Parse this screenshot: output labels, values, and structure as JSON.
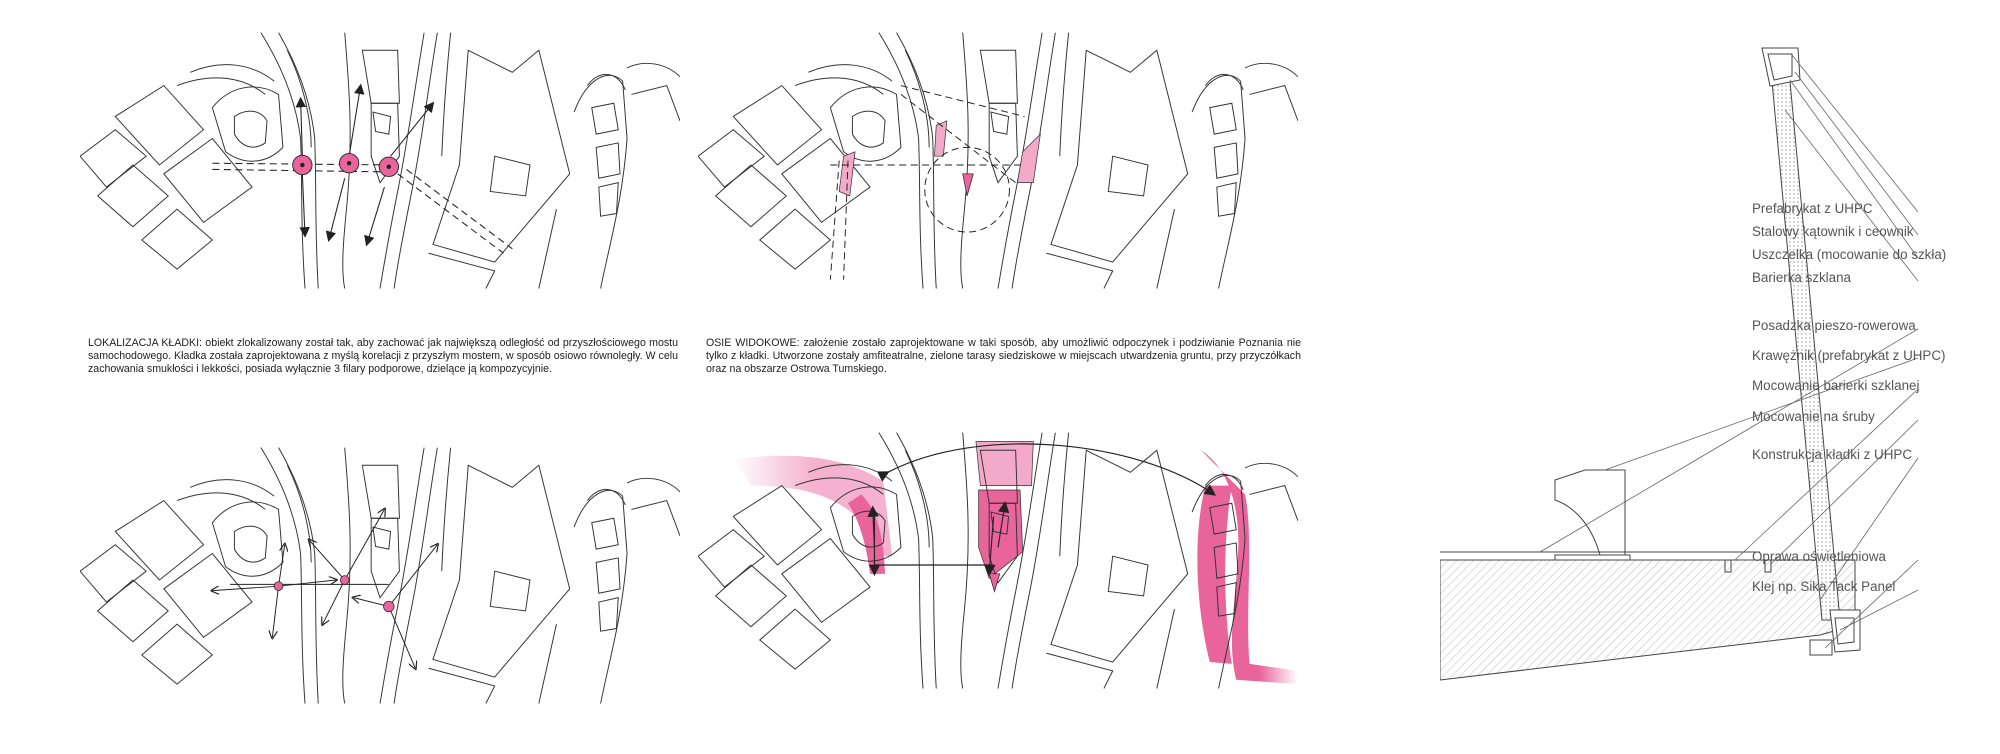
{
  "captions": {
    "lokalizacja": "LOKALIZACJA KŁADKI: obiekt zlokalizowany został tak, aby zachować jak największą odległość od przyszłościowego mostu samochodowego. Kładka została zaprojektowana z myślą korelacji z przyszłym mostem, w sposób osiowo równoległy. W celu zachowania smukłości i lekkości, posiada wyłącznie 3 filary podporowe, dzielące ją kompozycyjnie.",
    "osie": "OSIE WIDOKOWE: założenie zostało zaprojektowane w taki sposób, aby umożliwić odpoczynek i podziwianie Poznania nie tylko z kładki. Utworzone zostały amfiteatralne, zielone tarasy siedziskowe w miejscach utwardzenia gruntu, przy przyczółkach oraz na obszarze Ostrowa Tumskiego."
  },
  "section_labels": [
    "Prefabrykat z UHPC",
    "Stalowy kątownik i ceownik",
    "Uszczelka (mocowanie do szkła)",
    "Barierka szklana",
    "Posadzka pieszo-rowerowa",
    "Krawężnik (prefabrykat z UHPC)",
    "Mocowanie barierki szklanej",
    "Mocowanie na śruby",
    "Konstrukcja kładki z UHPC",
    "Oprawa oświetleniowa",
    "Klej np. Sika Tack Panel"
  ],
  "colors": {
    "accent_pink": "#e8649a",
    "pink_fill": "#f3a9c8",
    "line": "#333333"
  }
}
